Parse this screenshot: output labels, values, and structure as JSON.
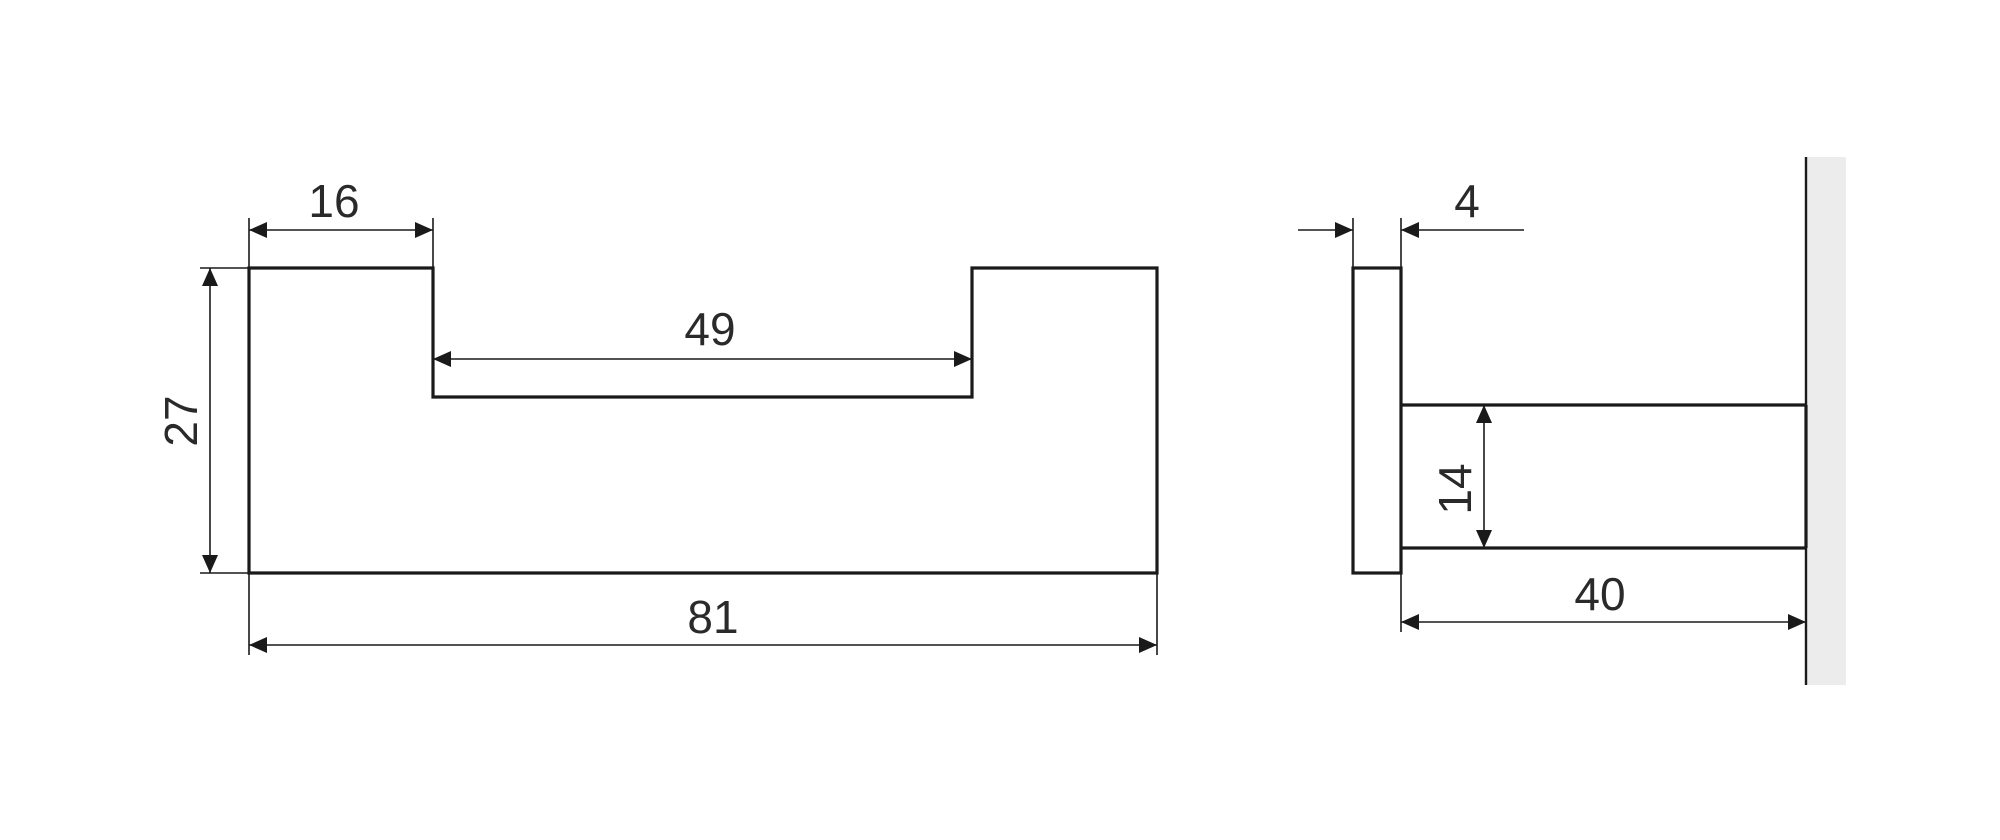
{
  "colors": {
    "line": "#1a1a1a",
    "text": "#2a2a2a",
    "wall": "#ececec",
    "background": "#ffffff"
  },
  "front_view": {
    "dim_top_left": "16",
    "dim_inner": "49",
    "dim_height": "27",
    "dim_width": "81"
  },
  "side_view": {
    "dim_plate": "4",
    "dim_bar": "14",
    "dim_depth": "40"
  }
}
